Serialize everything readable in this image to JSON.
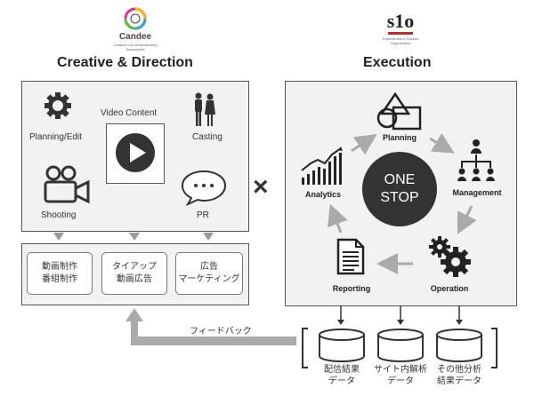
{
  "left_logo": {
    "name": "Candee",
    "tagline": "Creative Hub Entertainment Department"
  },
  "right_logo": {
    "name": "s1o",
    "tagline": "Entertainment Solution Organization"
  },
  "left_title": "Creative & Direction",
  "right_title": "Execution",
  "multiply_sign": "×",
  "creative": {
    "center_label": "Video Content",
    "planning_edit": "Planning/Edit",
    "casting": "Casting",
    "shooting": "Shooting",
    "pr": "PR",
    "boxes": [
      {
        "line1": "動画制作",
        "line2": "番組制作"
      },
      {
        "line1": "タイアップ",
        "line2": "動画広告"
      },
      {
        "line1": "広告",
        "line2": "マーケティング"
      }
    ]
  },
  "execution": {
    "center_line1": "ONE",
    "center_line2": "STOP",
    "planning": "Planning",
    "management": "Management",
    "operation": "Operation",
    "reporting": "Reporting",
    "analytics": "Analytics"
  },
  "feedback_label": "フィードバック",
  "databases": [
    {
      "line1": "配信結果",
      "line2": "データ"
    },
    {
      "line1": "サイト内解析",
      "line2": "データ"
    },
    {
      "line1": "その他分析",
      "line2": "結果データ"
    }
  ],
  "colors": {
    "panel_bg": "#f2f2f2",
    "dark": "#333333",
    "arrow_gray": "#aaaaaa"
  }
}
